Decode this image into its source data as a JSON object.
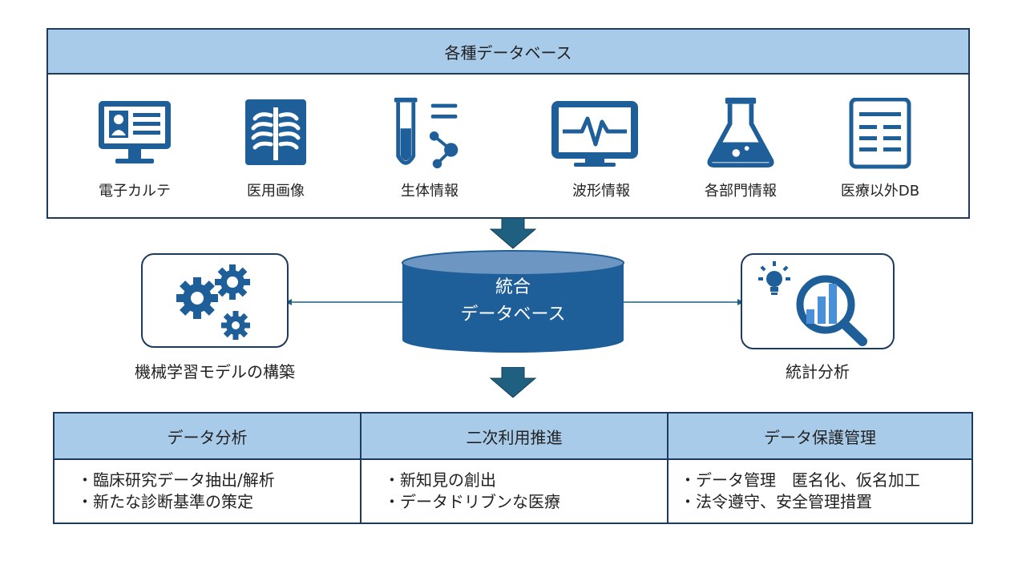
{
  "top_panel": {
    "title": "各種データベース",
    "sources": [
      {
        "label": "電子カルテ",
        "icon": "medical-record-monitor-icon"
      },
      {
        "label": "医用画像",
        "icon": "xray-icon"
      },
      {
        "label": "生体情報",
        "icon": "test-tube-molecule-icon"
      },
      {
        "label": "波形情報",
        "icon": "waveform-monitor-icon"
      },
      {
        "label": "各部門情報",
        "icon": "flask-icon"
      },
      {
        "label": "医療以外DB",
        "icon": "document-icon"
      }
    ]
  },
  "center": {
    "line1": "統合",
    "line2": "データベース"
  },
  "left_box": {
    "label": "機械学習モデルの構築",
    "icon": "gears-icon"
  },
  "right_box": {
    "label": "統計分析",
    "icon": "analytics-magnifier-icon"
  },
  "bottom_table": {
    "columns": [
      {
        "header": "データ分析",
        "items": [
          "・臨床研究データ抽出/解析",
          "・新たな診断基準の策定"
        ]
      },
      {
        "header": "二次利用推進",
        "items": [
          "・新知見の創出",
          "・データドリブンな医療"
        ]
      },
      {
        "header": "データ保護管理",
        "items": [
          "・データ管理　匿名化、仮名加工",
          "・法令遵守、安全管理措置"
        ]
      }
    ]
  },
  "colors": {
    "primary": "#1f5f99",
    "header_bg": "#a9cbea",
    "border": "#1f3a5c",
    "arrow": "#1f5f80"
  }
}
